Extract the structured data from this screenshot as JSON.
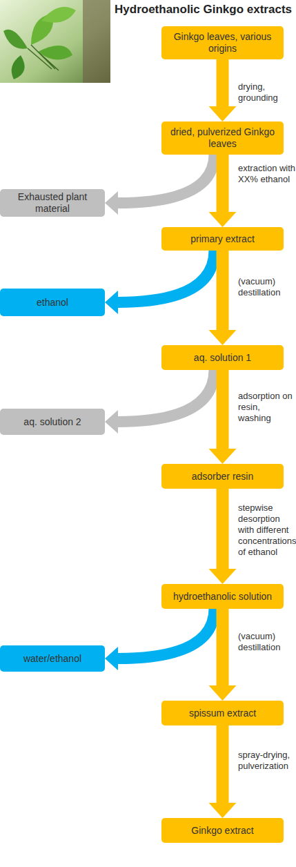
{
  "diagram": {
    "title": "Hydroethanolic Ginkgo extracts",
    "nodes": [
      {
        "text": [
          "Ginkgo leaves, various origins"
        ]
      },
      {
        "text": [
          "dried, pulverized Ginkgo leaves"
        ]
      },
      {
        "text": [
          "Exhausted plant material"
        ]
      },
      {
        "text": [
          "primary extract"
        ]
      },
      {
        "text": [
          "ethanol"
        ]
      },
      {
        "text": [
          "aq. solution 1"
        ]
      },
      {
        "text": [
          "aq. solution 2"
        ]
      },
      {
        "text": [
          "adsorber resin"
        ]
      },
      {
        "text": [
          "hydroethanolic solution"
        ]
      },
      {
        "text": [
          "water/ethanol"
        ]
      },
      {
        "text": [
          "spissum extract"
        ]
      },
      {
        "text": [
          "Ginkgo extract"
        ]
      }
    ],
    "edges": [
      {
        "from": 0,
        "to": 1,
        "arrow": "to",
        "label": "drying, grounding"
      },
      {
        "from": 1,
        "to": 2,
        "arrow": "to"
      },
      {
        "from": 1,
        "to": 3,
        "arrow": "to",
        "label": "extraction with XX% ethanol"
      },
      {
        "from": 3,
        "to": 4,
        "arrow": "to"
      },
      {
        "from": 3,
        "to": 5,
        "arrow": "to",
        "label": "(vacuum) destillation"
      },
      {
        "from": 5,
        "to": 6,
        "arrow": "to"
      },
      {
        "from": 5,
        "to": 7,
        "arrow": "to",
        "label": "adsorption on resin, washing"
      },
      {
        "from": 7,
        "to": 8,
        "arrow": "to",
        "label": "stepwise desorption with different concentrations of ethanol"
      },
      {
        "from": 8,
        "to": 9,
        "arrow": "to"
      },
      {
        "from": 8,
        "to": 10,
        "arrow": "to",
        "label": "(vacuum) destillation"
      },
      {
        "from": 10,
        "to": 11,
        "arrow": "to",
        "label": "spray-drying, pulverization"
      }
    ]
  }
}
